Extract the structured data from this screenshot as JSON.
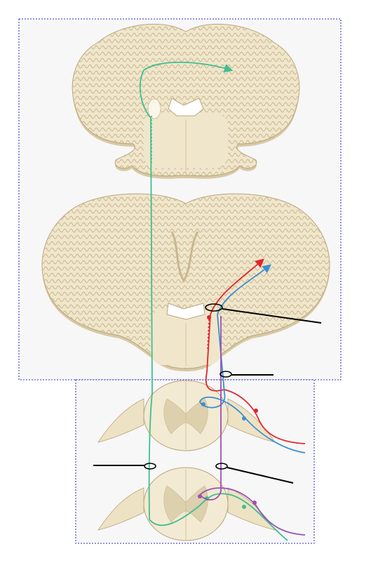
{
  "colors": {
    "background": "#ffffff",
    "panel_fill": "#f7f7f8",
    "tissue": "#f0e6cc",
    "tissue_shadow": "#d8c9a3",
    "tissue_line": "#b9a57c",
    "gray_matter": "#ddd0ad",
    "frame_border": "#5a5ad6",
    "label_line": "#000000",
    "tract_green": "#3fbf8f",
    "tract_red": "#e3232b",
    "tract_blue": "#3d8fd1",
    "tract_purple": "#9b4fb3"
  },
  "panels": [
    {
      "id": "brain",
      "content": [
        "upper-brain-section",
        "lower-brain-section"
      ]
    },
    {
      "id": "spinal",
      "content": [
        "upper-spinal-section",
        "lower-spinal-section"
      ]
    }
  ],
  "pathways": [
    {
      "id": "green-tract",
      "color_key": "tract_green"
    },
    {
      "id": "red-tract",
      "color_key": "tract_red"
    },
    {
      "id": "blue-tract",
      "color_key": "tract_blue"
    },
    {
      "id": "purple-tract",
      "color_key": "tract_purple"
    }
  ],
  "labels": []
}
